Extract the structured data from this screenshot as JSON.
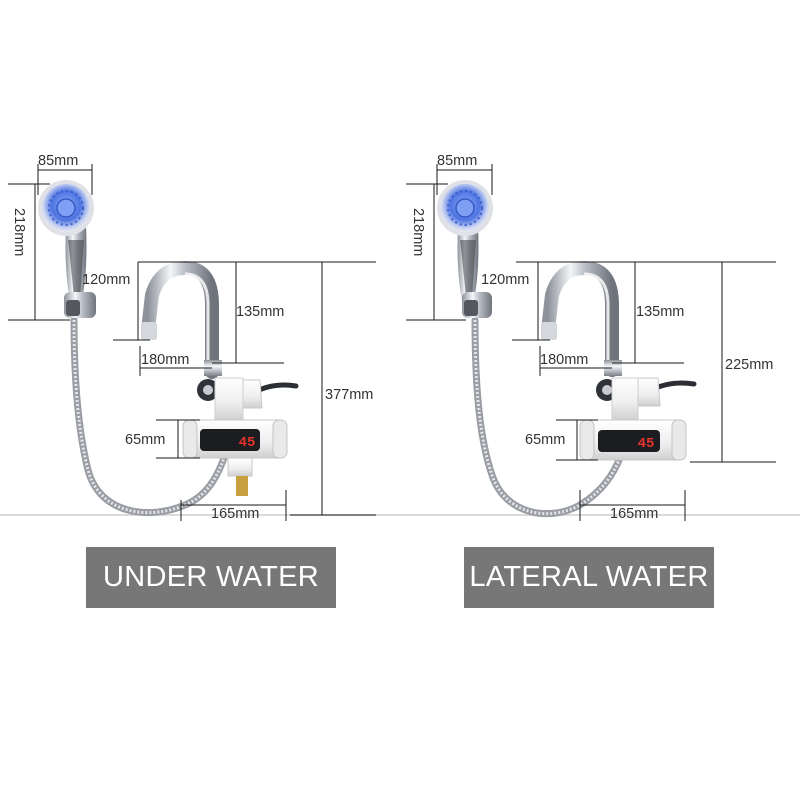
{
  "colors": {
    "banner_bg": "#777777",
    "banner_text": "#ffffff",
    "shower_glow": "#4a6fd6",
    "display_digits": "#e8322c",
    "chrome": "#c9ccd2",
    "heater_body": "#f3f3f3"
  },
  "left_product": {
    "banner": "UNDER WATER",
    "dims": {
      "head_width": "85mm",
      "handle_height": "218mm",
      "spout_height": "120mm",
      "spout_drop": "135mm",
      "spout_reach": "180mm",
      "total_height": "377mm",
      "body_height": "65mm",
      "body_width": "165mm"
    },
    "display_value": "45"
  },
  "right_product": {
    "banner": "LATERAL WATER",
    "dims": {
      "head_width": "85mm",
      "handle_height": "218mm",
      "spout_height": "120mm",
      "spout_drop": "135mm",
      "spout_reach": "180mm",
      "total_height": "225mm",
      "body_height": "65mm",
      "body_width": "165mm"
    },
    "display_value": "45"
  }
}
